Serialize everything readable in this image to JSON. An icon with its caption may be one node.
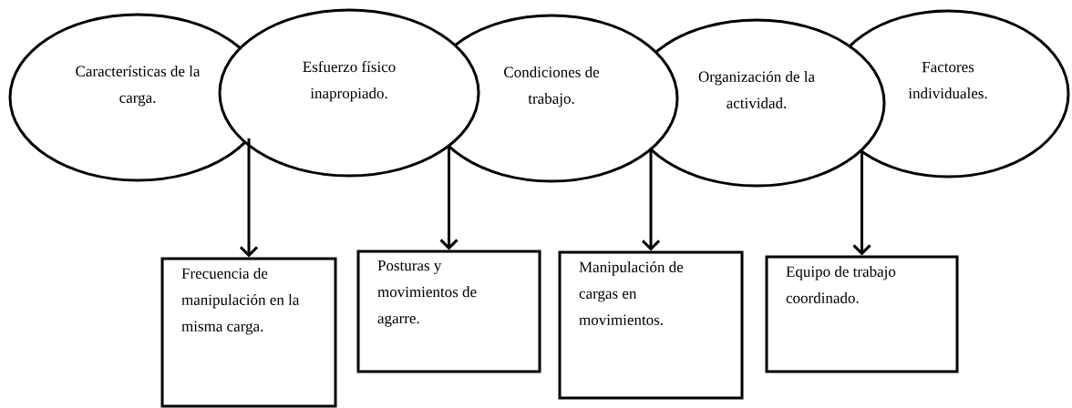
{
  "diagram": {
    "nodes": [
      {
        "text": [
          "Características de la carga."
        ]
      },
      {
        "text": [
          "Esfuerzo físico inapropiado."
        ]
      },
      {
        "text": [
          "Condiciones de trabajo."
        ]
      },
      {
        "text": [
          "Organización de la actividad."
        ]
      },
      {
        "text": [
          "Factores individuales."
        ]
      },
      {
        "text": [
          "Frecuencia de manipulación en la misma carga."
        ]
      },
      {
        "text": [
          "Posturas y movimientos de agarre."
        ]
      },
      {
        "text": [
          "Manipulación de cargas en movimientos."
        ]
      },
      {
        "text": [
          "Equipo de trabajo coordinado."
        ]
      }
    ],
    "edges": [
      {
        "from": 0,
        "to": 5,
        "arrow": "to"
      },
      {
        "from": 1,
        "to": 6,
        "arrow": "to"
      },
      {
        "from": 2,
        "to": 7,
        "arrow": "to"
      },
      {
        "from": 3,
        "to": 8,
        "arrow": "to"
      }
    ]
  }
}
